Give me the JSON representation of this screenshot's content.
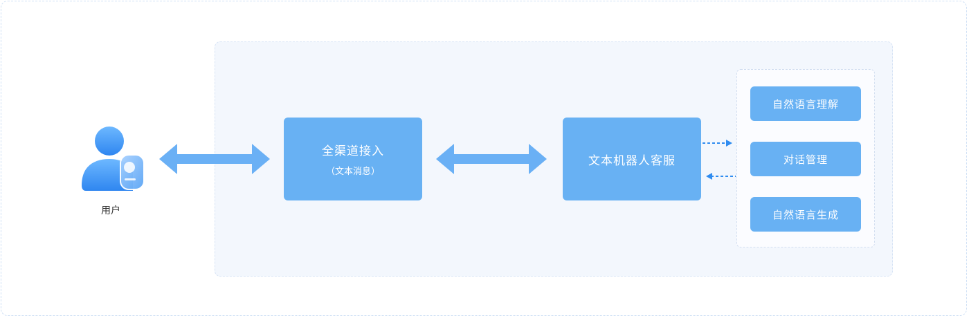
{
  "user": {
    "label": "用户",
    "icon": "user-badge-icon"
  },
  "channel_box": {
    "title": "全渠道接入",
    "subtitle": "（文本消息）"
  },
  "robot_box": {
    "title": "文本机器人客服"
  },
  "modules": [
    {
      "label": "自然语言理解"
    },
    {
      "label": "对话管理"
    },
    {
      "label": "自然语言生成"
    }
  ],
  "colors": {
    "box": "#68b1f3",
    "arrow": "#6ab0f5",
    "dashed_arrow": "#2f8cf0",
    "panel_bg": "#f3f7fd"
  }
}
